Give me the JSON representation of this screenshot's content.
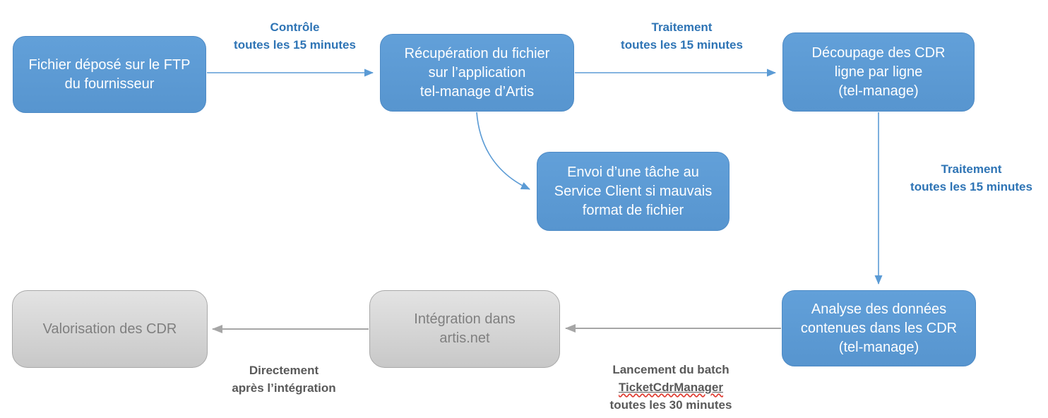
{
  "diagram": {
    "type": "flowchart",
    "nodes": [
      {
        "id": "ftp",
        "style": "blue",
        "lines": [
          "Fichier déposé sur le FTP",
          "du fournisseur"
        ]
      },
      {
        "id": "recuperation",
        "style": "blue",
        "lines": [
          "Récupération du fichier",
          "sur l’application",
          "tel-manage d’Artis"
        ]
      },
      {
        "id": "decoupage",
        "style": "blue",
        "lines": [
          "Découpage des CDR",
          "ligne par ligne",
          "(tel-manage)"
        ]
      },
      {
        "id": "envoi",
        "style": "blue",
        "lines": [
          "Envoi d’une tâche au",
          "Service Client si mauvais",
          "format de fichier"
        ]
      },
      {
        "id": "analyse",
        "style": "blue",
        "lines": [
          "Analyse des données",
          "contenues dans les CDR",
          "(tel-manage)"
        ]
      },
      {
        "id": "integration",
        "style": "gray",
        "lines": [
          "Intégration dans",
          "artis.net"
        ]
      },
      {
        "id": "valorisation",
        "style": "gray",
        "lines": [
          "Valorisation des CDR"
        ]
      }
    ],
    "edge_labels": [
      {
        "id": "controle",
        "color": "blue",
        "lines": [
          "Contrôle",
          "toutes les 15 minutes"
        ]
      },
      {
        "id": "traitement-1",
        "color": "blue",
        "lines": [
          "Traitement",
          "toutes les 15 minutes"
        ]
      },
      {
        "id": "traitement-2",
        "color": "blue",
        "lines": [
          "Traitement",
          "toutes les 15 minutes"
        ]
      },
      {
        "id": "lancement",
        "color": "gray",
        "lines": [
          "Lancement du batch",
          "TicketCdrManager",
          "toutes les 30 minutes"
        ],
        "spellcheck_underlined_line": "TicketCdrManager"
      },
      {
        "id": "directement",
        "color": "gray",
        "lines": [
          "Directement",
          "après l’intégration"
        ]
      }
    ],
    "edges": [
      {
        "from": "ftp",
        "to": "recuperation",
        "label": "controle",
        "color": "blue"
      },
      {
        "from": "recuperation",
        "to": "decoupage",
        "label": "traitement-1",
        "color": "blue"
      },
      {
        "from": "recuperation",
        "to": "envoi",
        "label": "",
        "color": "blue",
        "shape": "curved"
      },
      {
        "from": "decoupage",
        "to": "analyse",
        "label": "traitement-2",
        "color": "blue"
      },
      {
        "from": "analyse",
        "to": "integration",
        "label": "lancement",
        "color": "gray"
      },
      {
        "from": "integration",
        "to": "valorisation",
        "label": "directement",
        "color": "gray"
      }
    ],
    "colors": {
      "node_blue_fill": "#5B9BD5",
      "node_blue_border": "#4D8AC5",
      "node_blue_text": "#FFFFFF",
      "node_gray_fill": "#D6D6D6",
      "node_gray_border": "#A8A8A8",
      "node_gray_text": "#7F7F7F",
      "label_blue": "#2E74B5",
      "label_gray": "#595959",
      "arrow_blue": "#5B9BD5",
      "arrow_gray": "#A6A6A6",
      "spellcheck_red": "#E03C31",
      "background": "#FFFFFF"
    }
  }
}
